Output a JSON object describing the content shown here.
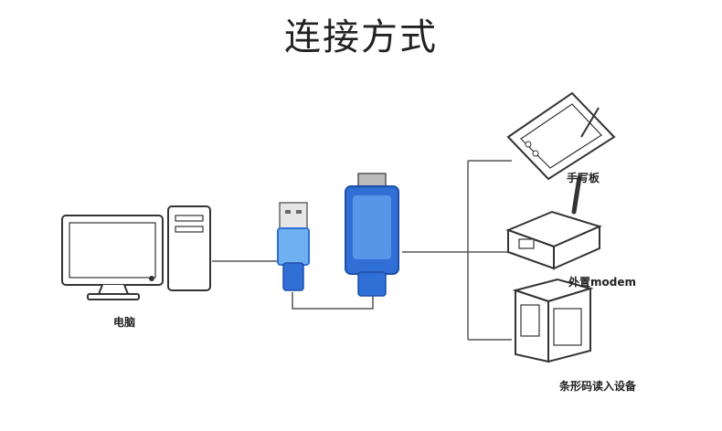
{
  "title": "连接方式",
  "labels": {
    "computer": "电脑",
    "tablet": "手写板",
    "modem": "外置modem",
    "barcode": "条形码读入设备"
  },
  "colors": {
    "line": "#555555",
    "adapter_blue": "#2f6fd6",
    "adapter_light": "#6fb0f0"
  }
}
